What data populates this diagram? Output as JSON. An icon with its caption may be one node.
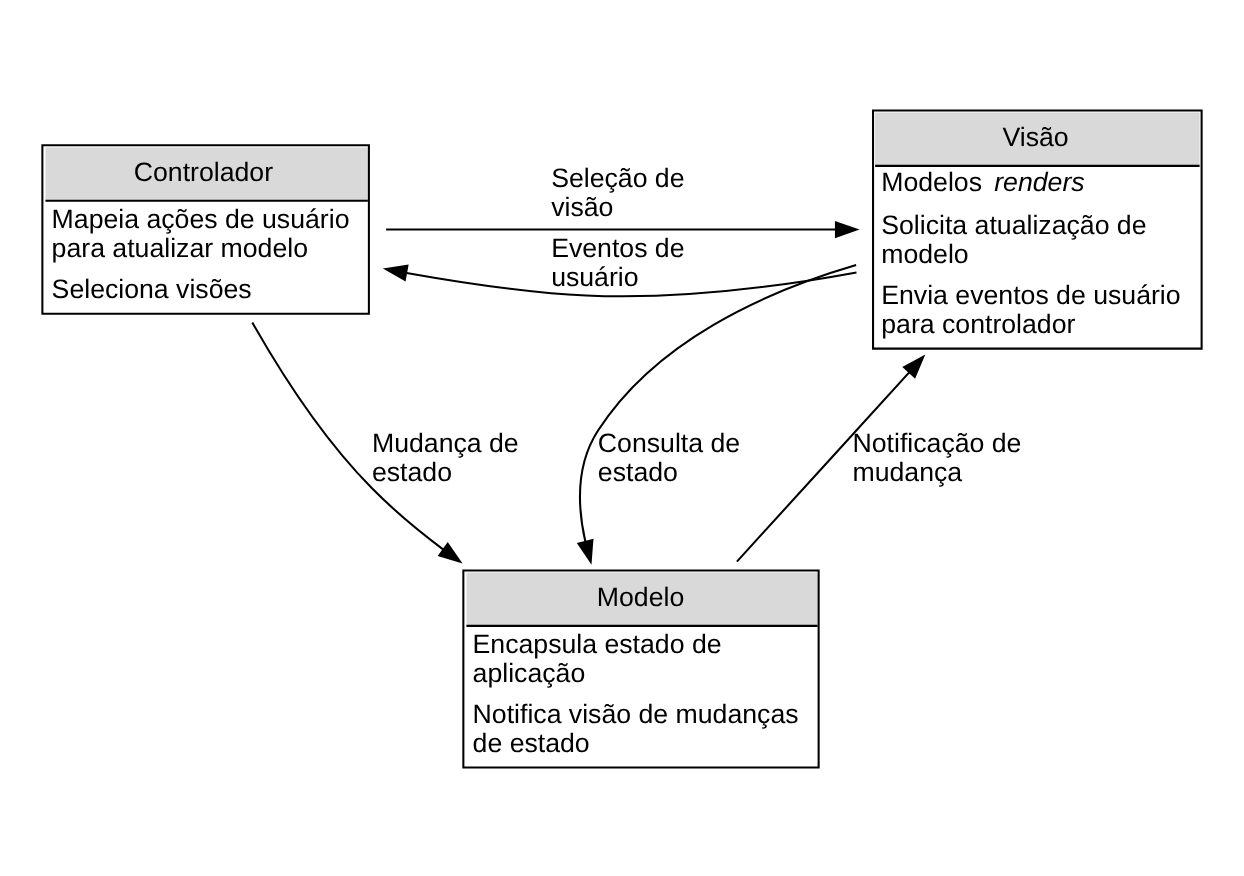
{
  "diagram": {
    "nodes": [
      {
        "text": [
          "Controlador",
          "Mapeia ações de usuário para atualizar modelo",
          "Seleciona visões"
        ]
      },
      {
        "text": [
          "Visão",
          "Modelos *renders*",
          "Solicita atualização de modelo",
          "Envia eventos de usuário para controlador"
        ]
      },
      {
        "text": [
          "Modelo",
          "Encapsula estado de aplicação",
          "Notifica visão de mudanças de estado"
        ]
      }
    ],
    "edges": [
      {
        "from": 0,
        "to": 1,
        "arrow": "to",
        "label": "Seleção de visão"
      },
      {
        "from": 1,
        "to": 0,
        "arrow": "to",
        "label": "Eventos de usuário"
      },
      {
        "from": 2,
        "to": 1,
        "arrow": "to",
        "label": "Notificação de mudança"
      },
      {
        "from": 0,
        "to": 2,
        "arrow": "to",
        "label": "Mudança de estado"
      },
      {
        "from": 1,
        "to": 2,
        "arrow": "to",
        "label": "Consulta de estado"
      }
    ]
  }
}
